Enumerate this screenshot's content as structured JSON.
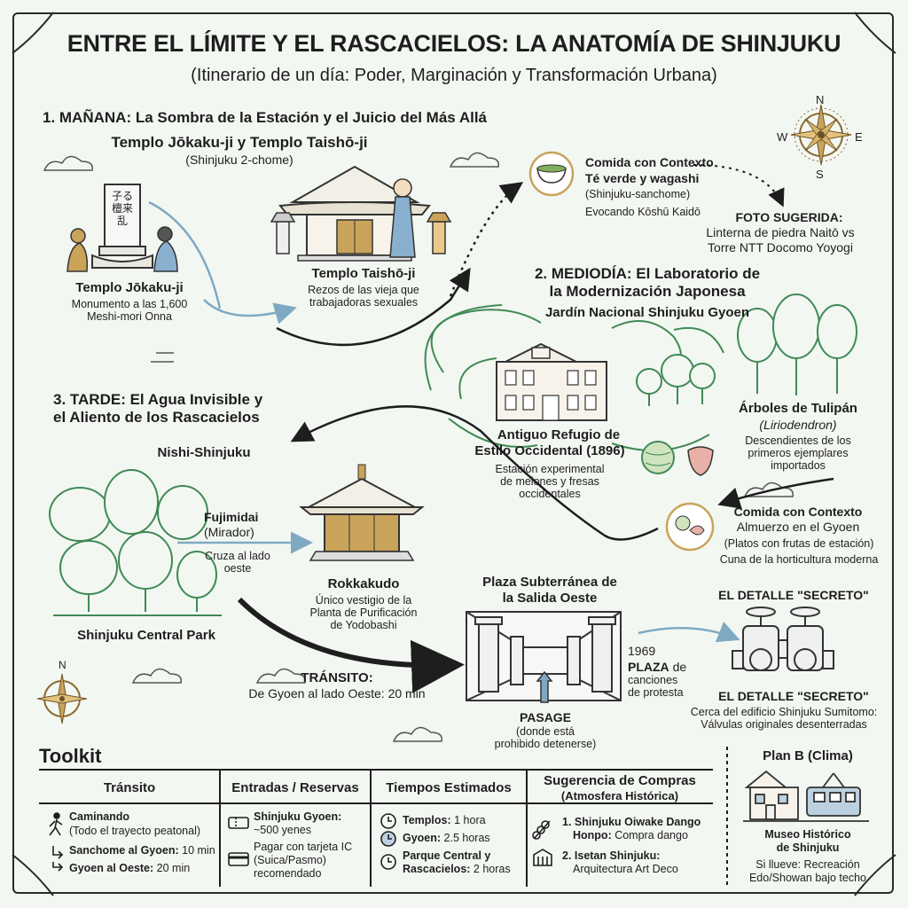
{
  "header": {
    "title": "ENTRE EL LÍMITE Y EL RASCACIELOS: LA ANATOMÍA DE SHINJUKU",
    "subtitle": "(Itinerario de un día: Poder, Marginación y Transformación Urbana)"
  },
  "compass": {
    "n": "N",
    "w": "W",
    "e": "E",
    "s": "S"
  },
  "morning": {
    "heading": "1. MAÑANA: La Sombra de la Estación y el Juicio del Más Allá",
    "title": "Templo Jōkaku-ji y Templo Taishō-ji",
    "location": "(Shinjuku 2-chome)",
    "jokaku_name": "Templo Jōkaku-ji",
    "jokaku_desc1": "Monumento a las 1,600",
    "jokaku_desc2": "Meshi-mori Onna",
    "stone_text": "子る檀来乱",
    "taisho_name": "Templo Taishō-ji",
    "taisho_desc1": "Rezos de las vieja que",
    "taisho_desc2": "trabajadoras sexuales"
  },
  "food1": {
    "title1": "Comida con Contexto",
    "title2": "Té verde y wagashi",
    "location": "(Shinjuku-sanchome)",
    "desc": "Evocando Kōshū Kaidō"
  },
  "photo": {
    "title": "FOTO SUGERIDA:",
    "desc1": "Linterna de piedra Naitō vs",
    "desc2": "Torre NTT Docomo Yoyogi"
  },
  "midday": {
    "heading1": "2. MEDIODÍA: El Laboratorio de",
    "heading2": "la Modernización Japonesa",
    "garden": "Jardín Nacional Shinjuku Gyoen",
    "refuge1": "Antiguo Refugio de",
    "refuge2": "Estilo Occidental (1896)",
    "refuge_desc1": "Estación experimental",
    "refuge_desc2": "de melones y fresas",
    "refuge_desc3": "occidentales",
    "tulip_title": "Árboles de Tulipán",
    "tulip_latin": "(Liriodendron)",
    "tulip_desc1": "Descendientes de los",
    "tulip_desc2": "primeros ejemplares",
    "tulip_desc3": "importados"
  },
  "food2": {
    "title": "Comida con Contexto",
    "sub": "Almuerzo en el Gyoen",
    "desc1": "(Platos con frutas de estación)",
    "desc2": "Cuna de la horticultura moderna"
  },
  "afternoon": {
    "heading1": "3. TARDE: El Agua Invisible y",
    "heading2": "el Aliento de los Rascacielos",
    "area": "Nishi-Shinjuku",
    "fujimidai1": "Fujimidai",
    "fujimidai2": "(Mirador)",
    "cross1": "Cruza al lado",
    "cross2": "oeste",
    "rokkakudo": "Rokkakudo",
    "rok_desc1": "Único vestigio de la",
    "rok_desc2": "Planta de Purificación",
    "rok_desc3": "de Yodobashi",
    "park": "Shinjuku Central Park",
    "plaza1": "Plaza Subterránea de",
    "plaza2": "la Salida Oeste",
    "year": "1969",
    "plaza_word": "PLAZA",
    "plaza_de": "de",
    "plaza_desc1": "canciones",
    "plaza_desc2": "de protesta",
    "pasage": "PASAGE",
    "pasage_desc1": "(donde está",
    "pasage_desc2": "prohibido detenerse)",
    "secret_top": "EL DETALLE \"SECRETO\"",
    "secret_bottom": "EL DETALLE \"SECRETO\"",
    "secret_desc1": "Cerca del edificio Shinjuku Sumitomo:",
    "secret_desc2": "Válvulas originales desenterradas",
    "transit_title": "TRÁNSITO:",
    "transit_desc": "De Gyoen al lado Oeste: 20 min"
  },
  "toolkit": {
    "title": "Toolkit",
    "col1": {
      "heading": "Tránsito",
      "walk": "Caminando",
      "walk_desc": "(Todo el trayecto peatonal)",
      "r1_bold": "Sanchome al Gyoen:",
      "r1_rest": " 10 min",
      "r2_bold": "Gyoen al Oeste:",
      "r2_rest": " 20 min"
    },
    "col2": {
      "heading": "Entradas / Reservas",
      "gyoen": "Shinjuku Gyoen:",
      "price": "~500 yenes",
      "ic1": "Pagar con tarjeta IC",
      "ic2": "(Suica/Pasmo)",
      "ic3": "recomendado"
    },
    "col3": {
      "heading": "Tiempos Estimados",
      "t1_bold": "Templos:",
      "t1_rest": " 1 hora",
      "t2_bold": "Gyoen:",
      "t2_rest": " 2.5 horas",
      "t3_bold1": "Parque Central y",
      "t3_bold2": "Rascacielos:",
      "t3_rest": " 2 horas"
    },
    "col4": {
      "heading1": "Sugerencia de Compras",
      "heading2": "(Atmosfera Histórica)",
      "s1_bold": "1. Shinjuku Oiwake Dango",
      "s1_bold2": "Honpo:",
      "s1_rest": " Compra dango",
      "s2_bold": "2. Isetan Shinjuku:",
      "s2_rest": "Arquitectura Art Deco"
    },
    "planb": {
      "heading": "Plan B (Clima)",
      "museum1": "Museo Histórico",
      "museum2": "de Shinjuku",
      "desc1": "Si llueve: Recreación",
      "desc2": "Edo/Showan bajo techo"
    }
  },
  "colors": {
    "blue_arrow": "#7fa9c2",
    "green": "#3f8a55",
    "tan": "#c9a35a",
    "ink": "#1e1e1e"
  }
}
